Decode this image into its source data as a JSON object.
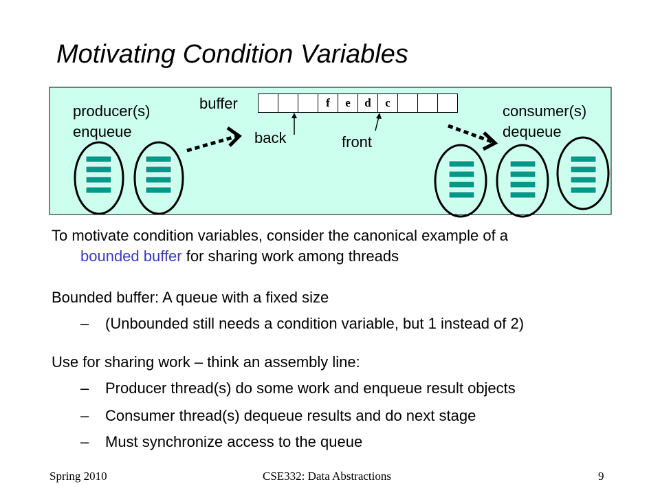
{
  "slide": {
    "title": "Motivating Condition Variables",
    "diagram": {
      "producer_label": "producer(s)",
      "enqueue_label": "enqueue",
      "buffer_label": "buffer",
      "back_label": "back",
      "front_label": "front",
      "consumer_label": "consumer(s)",
      "dequeue_label": "dequeue",
      "cells": [
        "",
        "",
        "",
        "f",
        "e",
        "d",
        "c",
        "",
        "",
        "",
        ""
      ],
      "colors": {
        "background": "#ccffee",
        "thread_bar": "#009988",
        "outline": "#000000"
      }
    },
    "paragraphs": [
      {
        "text_before": "To motivate condition variables, consider the canonical example of a",
        "highlight": "bounded buffer",
        "text_after": " for sharing work among threads"
      },
      {
        "text": "Bounded buffer: A queue with a fixed size"
      },
      {
        "text": "Use for sharing work – think an assembly line:"
      }
    ],
    "bullets": [
      {
        "dash": "–",
        "text": "(Unbounded still needs a condition variable, but 1 instead of 2)"
      },
      {
        "dash": "–",
        "text": "Producer thread(s) do some work and enqueue result objects"
      },
      {
        "dash": "–",
        "text": "Consumer thread(s) dequeue results and do next stage"
      },
      {
        "dash": "–",
        "text": "Must synchronize access to the queue"
      }
    ],
    "footer": {
      "left": "Spring 2010",
      "center": "CSE332: Data Abstractions",
      "right": "9"
    }
  }
}
